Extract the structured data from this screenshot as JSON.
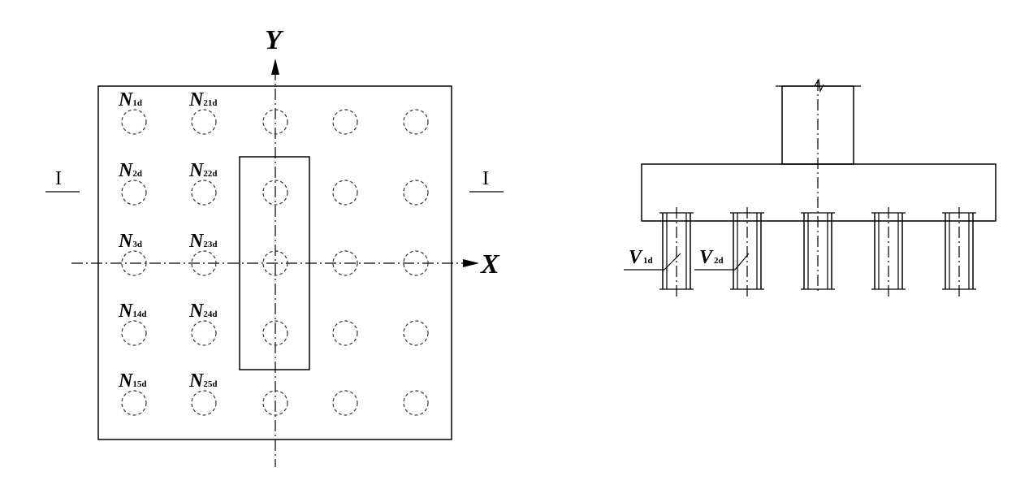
{
  "plan": {
    "axis_x": "X",
    "axis_y": "Y",
    "section_mark_left": "I",
    "section_mark_right": "I",
    "pile_labels": [
      {
        "base": "N",
        "sub": "1d"
      },
      {
        "base": "N",
        "sub": "2d"
      },
      {
        "base": "N",
        "sub": "3d"
      },
      {
        "base": "N",
        "sub": "14d"
      },
      {
        "base": "N",
        "sub": "15d"
      },
      {
        "base": "N",
        "sub": "21d"
      },
      {
        "base": "N",
        "sub": "22d"
      },
      {
        "base": "N",
        "sub": "23d"
      },
      {
        "base": "N",
        "sub": "24d"
      },
      {
        "base": "N",
        "sub": "25d"
      }
    ]
  },
  "elevation": {
    "shear_labels": [
      {
        "base": "V",
        "sub": "1d"
      },
      {
        "base": "V",
        "sub": "2d"
      }
    ]
  }
}
